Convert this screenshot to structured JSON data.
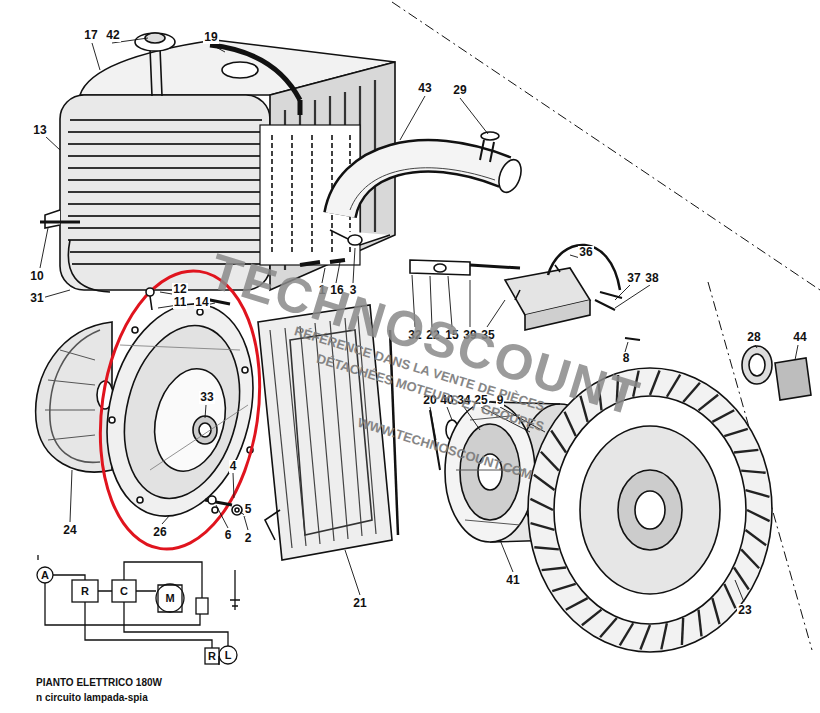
{
  "diagram": {
    "labels": [
      "17",
      "42",
      "19",
      "13",
      "10",
      "31",
      "43",
      "29",
      "12",
      "11",
      "14",
      "1",
      "16",
      "3",
      "32",
      "22",
      "15",
      "39",
      "35",
      "36",
      "37",
      "38",
      "8",
      "28",
      "44",
      "33",
      "20",
      "40",
      "34",
      "25",
      "9",
      "24",
      "26",
      "4",
      "5",
      "6",
      "2",
      "21",
      "41",
      "23",
      "A",
      "R",
      "C",
      "M",
      "L",
      "R",
      "PIANTO ELETTRICO 180W",
      "n circuito lampada-spia",
      "TECHNOSCOUNT",
      "RÉFÉRENCE DANS LA VENTE DE PIÈCES",
      "DÉTACHÉES MOTEURS ET GROUPES",
      "WWW.TECHNOSCOUNT.COM"
    ]
  }
}
